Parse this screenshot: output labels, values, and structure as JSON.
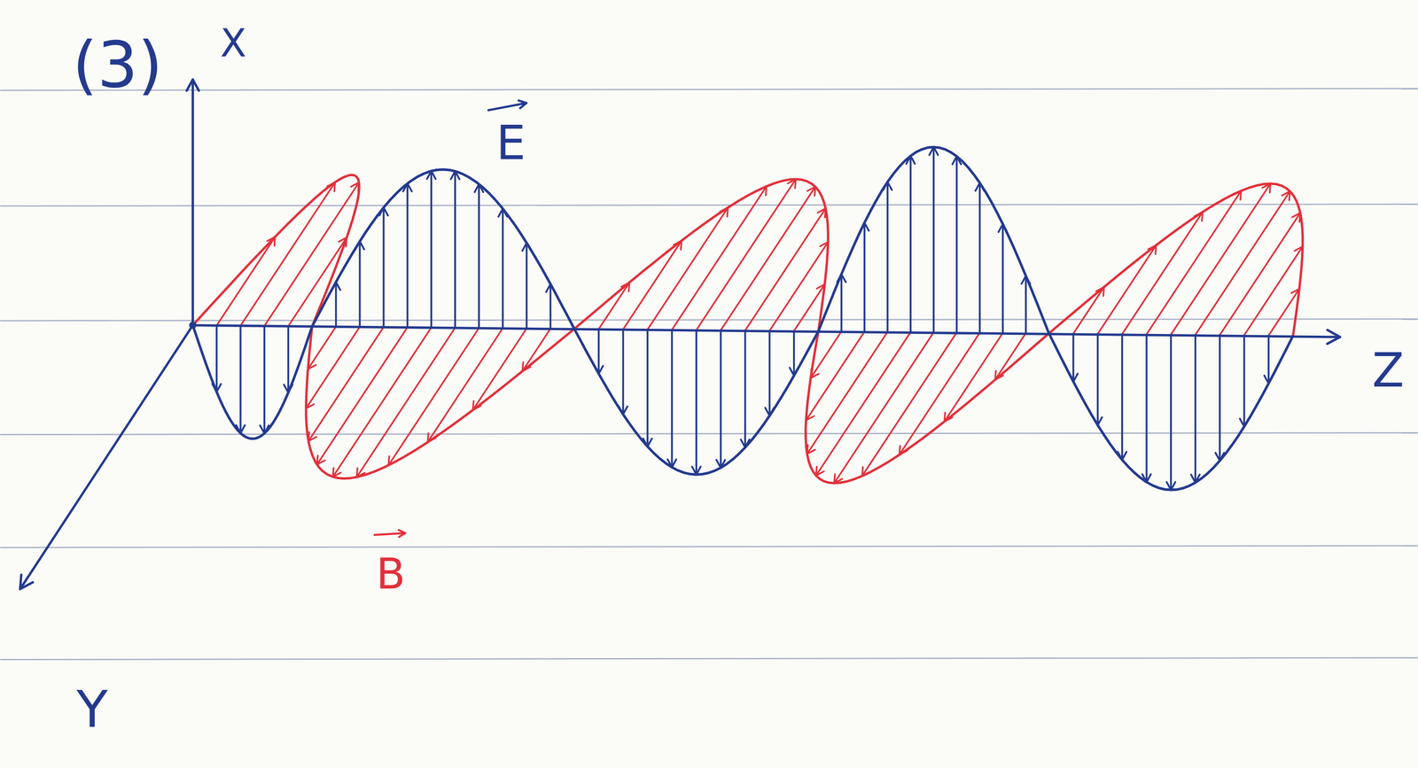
{
  "diagram": {
    "labels": [
      "(3)",
      "X",
      "E",
      "B",
      "Z",
      "Y"
    ]
  }
}
